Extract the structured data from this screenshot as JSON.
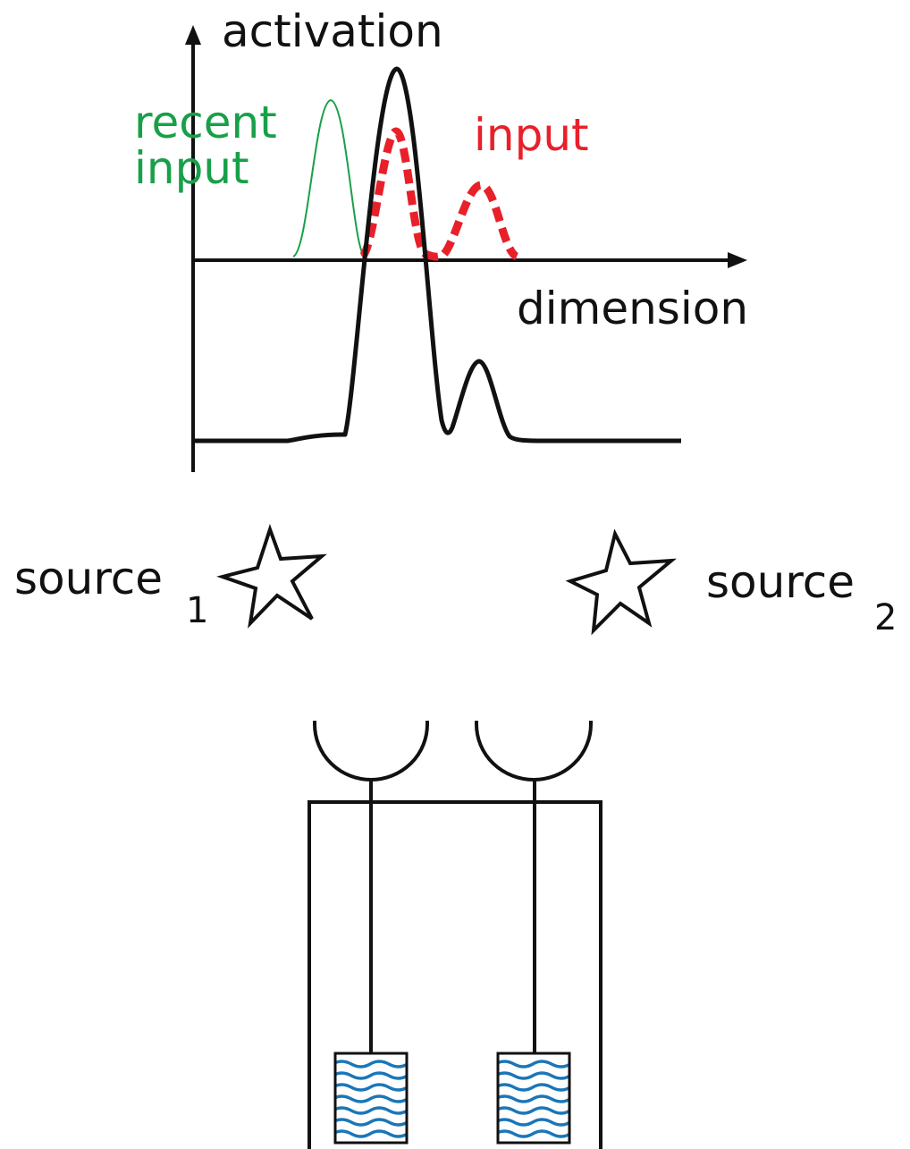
{
  "labels": {
    "y_axis": "activation",
    "x_axis": "dimension",
    "recent_input_line1": "recent",
    "recent_input_line2": "input",
    "input": "input",
    "source1": "source",
    "source1_sub": "1",
    "source2": "source",
    "source2_sub": "2"
  },
  "colors": {
    "activation": "#111111",
    "input": "#e8202a",
    "recent_input": "#18a049",
    "water": "#1a76b8"
  }
}
